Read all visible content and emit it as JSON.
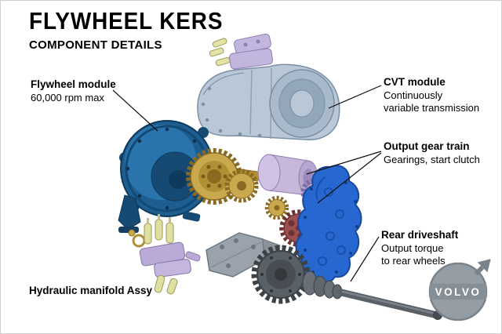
{
  "header": {
    "title": "FLYWHEEL KERS",
    "subtitle": "COMPONENT DETAILS"
  },
  "labels": {
    "flywheel": {
      "title": "Flywheel module",
      "desc": "60,000 rpm max"
    },
    "cvt": {
      "title": "CVT module",
      "desc_lines": [
        "Continuously",
        "variable transmission"
      ]
    },
    "output_gear": {
      "title": "Output gear train",
      "desc": "Gearings, start clutch"
    },
    "driveshaft": {
      "title": "Rear driveshaft",
      "desc_lines": [
        "Output torque",
        "to rear wheels"
      ]
    },
    "manifold": {
      "title": "Hydraulic manifold Assy"
    }
  },
  "logo": {
    "brand": "VOLVO"
  },
  "colors": {
    "background": "#ffffff",
    "flywheel_blue": "#1d5d8f",
    "cvt_housing_gray": "#b9c7d6",
    "gear_gold": "#c9a84e",
    "drum_lavender": "#c6b7db",
    "cover_blue": "#2668cf",
    "clutch_maroon": "#9c4f4f",
    "driveshaft_gray": "#596066",
    "solenoid_yellow": "#dfdf9f",
    "logo_gray": "#949ca4"
  }
}
